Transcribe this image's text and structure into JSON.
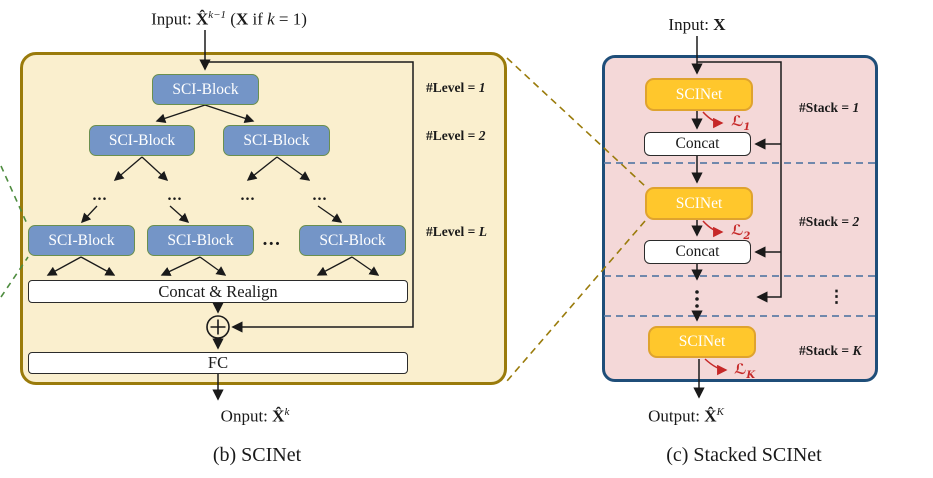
{
  "colors": {
    "panel_b_bg": "#FAEFCE",
    "panel_b_border": "#9A7B0B",
    "panel_c_bg": "#F4D8D8",
    "panel_c_border": "#1F4E79",
    "sci_block_bg": "#7495C7",
    "sci_block_border": "#6A8F4F",
    "scinet_bg": "#FFC72C",
    "scinet_border": "#DFA32E",
    "loss_red": "#C62828",
    "divider_blue": "#5D7CA6",
    "connector_gold": "#9A7B0B",
    "connector_green": "#4E8C3F",
    "arrow_black": "#1a1a1a"
  },
  "panel_b": {
    "input": {
      "p1": "Input: ",
      "var": "X̂",
      "sup": "k−1",
      "p2": " (",
      "bx": "X",
      "p3": " if ",
      "k": "k",
      "p4": " = 1)"
    },
    "block_label": "SCI-Block",
    "ellipsis": "...",
    "levels": [
      {
        "prefix": "#Level = ",
        "value": "1"
      },
      {
        "prefix": "#Level = ",
        "value": "2"
      },
      {
        "prefix": "#Level = ",
        "value": "L"
      }
    ],
    "concat_realign": "Concat & Realign",
    "fc": "FC",
    "output": {
      "p1": "Onput: ",
      "var": "X̂",
      "sup": "k"
    },
    "caption": "(b) SCINet"
  },
  "panel_c": {
    "input": {
      "p1": "Input: ",
      "var": "X"
    },
    "scinet_label": "SCINet",
    "concat_label": "Concat",
    "losses": [
      {
        "symbol": "ℒ",
        "sub": "1"
      },
      {
        "symbol": "ℒ",
        "sub": "2"
      },
      {
        "symbol": "ℒ",
        "sub": "K"
      }
    ],
    "stacks": [
      {
        "prefix": "#Stack = ",
        "value": "1"
      },
      {
        "prefix": "#Stack = ",
        "value": "2"
      },
      {
        "prefix": "#Stack = ",
        "value": "K"
      }
    ],
    "vdots": "⋮",
    "output": {
      "p1": "Output: ",
      "var": "X̂",
      "sup": "K"
    },
    "caption": "(c) Stacked SCINet"
  }
}
